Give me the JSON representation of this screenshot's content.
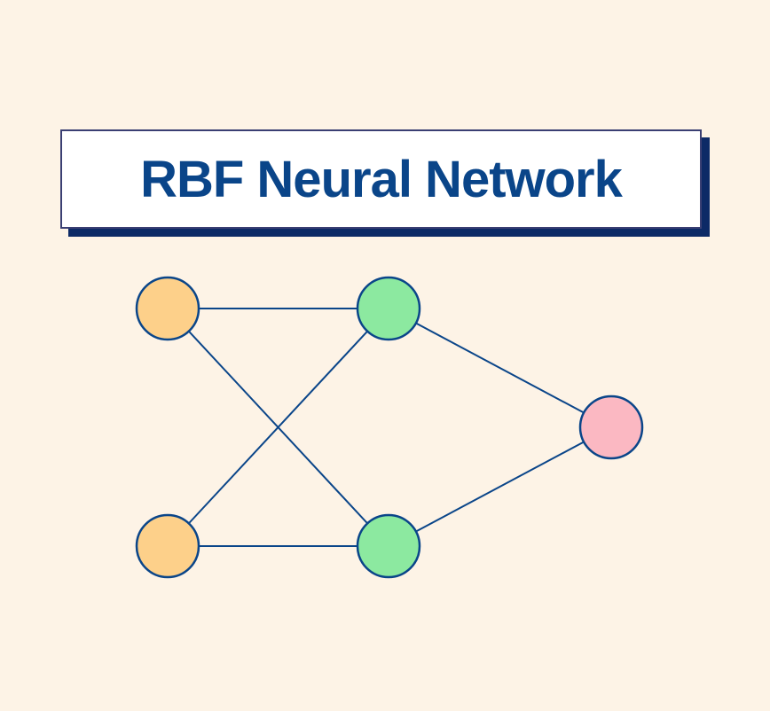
{
  "title": "RBF Neural Network",
  "colors": {
    "background": "#fdf3e6",
    "title_text": "#0a4589",
    "edge": "#0a4589",
    "input_node": "#fdd08a",
    "hidden_node": "#8ce9a0",
    "output_node": "#fbb8c2"
  },
  "network": {
    "layers": [
      {
        "name": "input",
        "nodes": [
          "input-1",
          "input-2"
        ]
      },
      {
        "name": "hidden",
        "nodes": [
          "hidden-1",
          "hidden-2"
        ]
      },
      {
        "name": "output",
        "nodes": [
          "output-1"
        ]
      }
    ],
    "edges": [
      [
        "input-1",
        "hidden-1"
      ],
      [
        "input-1",
        "hidden-2"
      ],
      [
        "input-2",
        "hidden-1"
      ],
      [
        "input-2",
        "hidden-2"
      ],
      [
        "hidden-1",
        "output-1"
      ],
      [
        "hidden-2",
        "output-1"
      ]
    ]
  }
}
